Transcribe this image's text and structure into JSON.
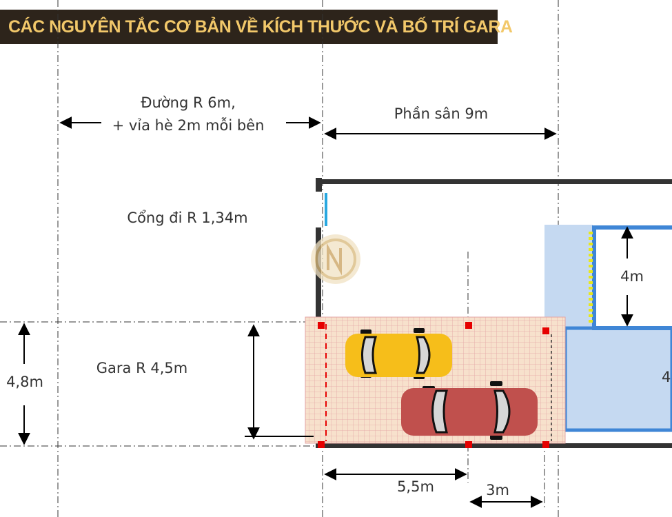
{
  "banner": {
    "title": "CÁC NGUYÊN TẮC CƠ BẢN VỀ KÍCH THƯỚC VÀ BỐ TRÍ GARA"
  },
  "labels": {
    "road_line1": "Đường R 6m,",
    "road_line2": "+ vỉa hè 2m mỗi bên",
    "yard": "Phần sân 9m",
    "gate": "Cổng đi R 1,34m",
    "garage": "Gara R 4,5m",
    "height_left": "4,8m",
    "length_55": "5,5m",
    "length_3": "3m",
    "height_4": "4m",
    "right_cut": "4"
  },
  "colors": {
    "banner_bg": "#2d241b",
    "banner_text": "#f2c86a",
    "wall": "#333333",
    "gate_blue": "#29a8e0",
    "garage_fill": "#f7e1cc",
    "grid_line": "#e3a4a4",
    "house_fill": "#c5d9f1",
    "house_border": "#3f86d6",
    "yellow_car": "#f6be1a",
    "red_car": "#c0504d",
    "marker": "#e60000"
  }
}
